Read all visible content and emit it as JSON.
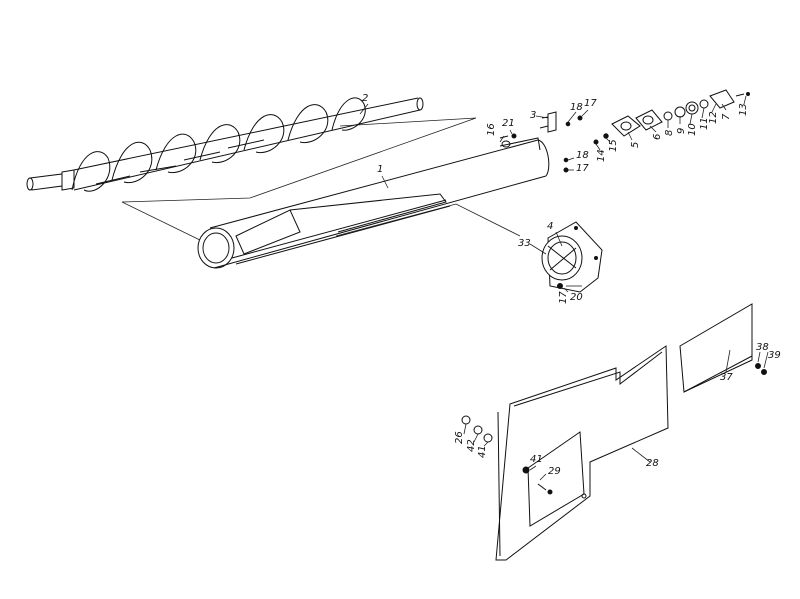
{
  "callouts": [
    {
      "id": "1",
      "text": "1"
    },
    {
      "id": "2",
      "text": "2"
    },
    {
      "id": "3",
      "text": "3"
    },
    {
      "id": "4",
      "text": "4"
    },
    {
      "id": "5",
      "text": "5"
    },
    {
      "id": "6",
      "text": "6"
    },
    {
      "id": "7",
      "text": "7"
    },
    {
      "id": "8",
      "text": "8"
    },
    {
      "id": "9",
      "text": "9"
    },
    {
      "id": "10",
      "text": "10"
    },
    {
      "id": "11",
      "text": "11"
    },
    {
      "id": "12",
      "text": "12"
    },
    {
      "id": "13",
      "text": "13"
    },
    {
      "id": "14",
      "text": "14"
    },
    {
      "id": "15",
      "text": "15"
    },
    {
      "id": "16",
      "text": "16"
    },
    {
      "id": "17a",
      "text": "17"
    },
    {
      "id": "17b",
      "text": "17"
    },
    {
      "id": "17c",
      "text": "17"
    },
    {
      "id": "18a",
      "text": "18"
    },
    {
      "id": "18b",
      "text": "18"
    },
    {
      "id": "20",
      "text": "20"
    },
    {
      "id": "21",
      "text": "21"
    },
    {
      "id": "26",
      "text": "26"
    },
    {
      "id": "28",
      "text": "28"
    },
    {
      "id": "29",
      "text": "29"
    },
    {
      "id": "33",
      "text": "33"
    },
    {
      "id": "37",
      "text": "37"
    },
    {
      "id": "38",
      "text": "38"
    },
    {
      "id": "39",
      "text": "39"
    },
    {
      "id": "41a",
      "text": "41"
    },
    {
      "id": "41b",
      "text": "41"
    },
    {
      "id": "42",
      "text": "42"
    }
  ]
}
